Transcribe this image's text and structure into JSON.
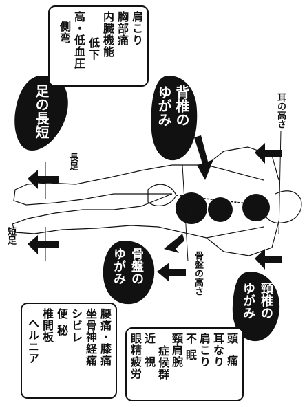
{
  "symptom_boxes": {
    "top": [
      "肩こり",
      "胸部痛",
      "内臓機能",
      "低下",
      "高・低血圧",
      "側弯"
    ],
    "bottom_left": [
      "腰痛・膝痛",
      "坐骨神経痛",
      "シビレ",
      "便秘",
      "椎間板",
      "ヘルニア"
    ],
    "bottom_right": [
      "頭痛",
      "耳なり",
      "肩こり",
      "不眠",
      "頸肩腕",
      "症候群",
      "近視",
      "眼精疲労"
    ]
  },
  "badges": {
    "leg_length": "足の長短",
    "spine_curve": [
      "背椎の",
      "ゆがみ"
    ],
    "pelvis_curve": [
      "骨盤の",
      "ゆがみ"
    ],
    "neck_curve": [
      "頸椎の",
      "ゆがみ"
    ]
  },
  "labels": {
    "ear_height": "耳の高さ",
    "long_leg": "長足",
    "short_leg": "短足",
    "pelvis_height": "骨盤の高さ"
  },
  "colors": {
    "ink": "#111111",
    "paper": "#ffffff"
  }
}
